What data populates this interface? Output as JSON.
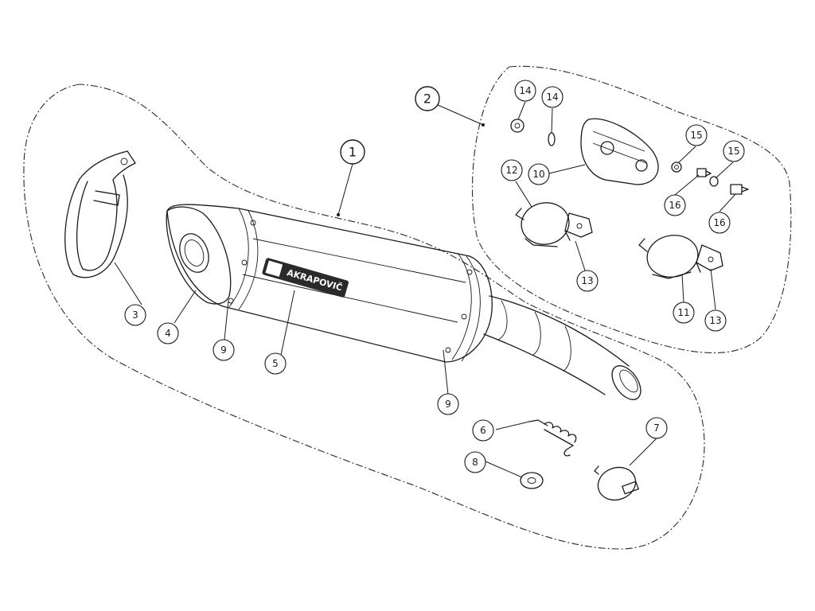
{
  "callouts": {
    "c1": "1",
    "c2": "2",
    "c3": "3",
    "c4": "4",
    "c5": "5",
    "c6": "6",
    "c7": "7",
    "c8": "8",
    "c9a": "9",
    "c9b": "9",
    "c10": "10",
    "c11": "11",
    "c12": "12",
    "c13a": "13",
    "c13b": "13",
    "c14a": "14",
    "c14b": "14",
    "c15a": "15",
    "c15b": "15",
    "c16a": "16",
    "c16b": "16"
  },
  "brand": "AKRAPOVIČ",
  "colors": {
    "line": "#1a1a1a",
    "background": "#ffffff"
  }
}
